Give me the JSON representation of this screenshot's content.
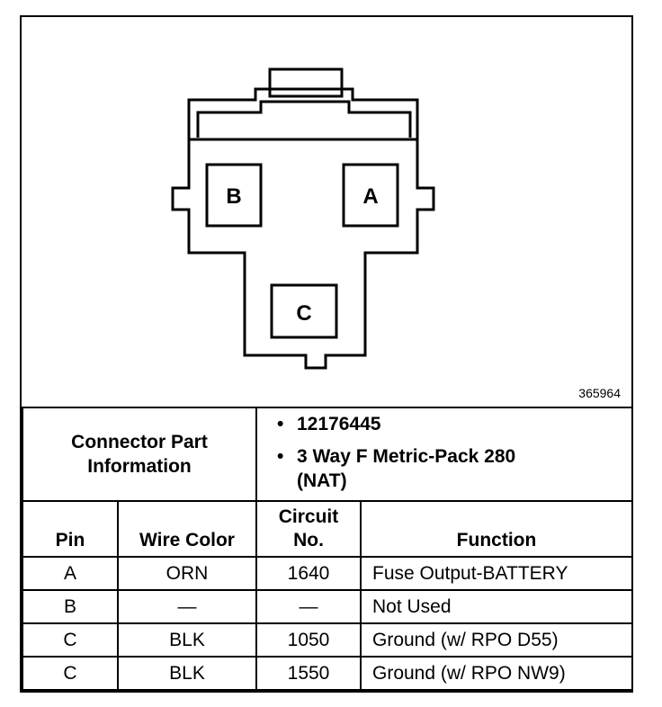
{
  "diagram": {
    "pins": [
      "B",
      "A",
      "C"
    ],
    "figure_id": "365964"
  },
  "connector_info": {
    "label": "Connector Part Information",
    "bullet_glyph": "•",
    "items": [
      "12176445",
      "3 Way F Metric-Pack 280 (NAT)"
    ]
  },
  "table": {
    "headers": [
      "Pin",
      "Wire Color",
      "Circuit No.",
      "Function"
    ],
    "rows": [
      {
        "pin": "A",
        "wire_color": "ORN",
        "circuit": "1640",
        "function": "Fuse Output-BATTERY"
      },
      {
        "pin": "B",
        "wire_color": "—",
        "circuit": "—",
        "function": "Not Used"
      },
      {
        "pin": "C",
        "wire_color": "BLK",
        "circuit": "1050",
        "function": "Ground (w/ RPO D55)"
      },
      {
        "pin": "C",
        "wire_color": "BLK",
        "circuit": "1550",
        "function": "Ground (w/ RPO NW9)"
      }
    ]
  }
}
